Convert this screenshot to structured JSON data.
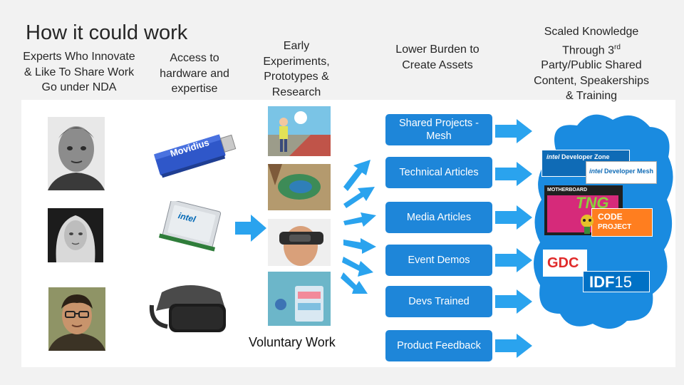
{
  "title": "How it could work",
  "columns": {
    "experts": "Experts Who Innovate & Like To Share Work Go under NDA",
    "access": "Access to hardware and expertise",
    "early": "Early Experiments, Prototypes & Research",
    "lower": "Lower Burden to Create Assets",
    "scaled_prefix": "Scaled Knowledge Through 3",
    "scaled_sup": "rd",
    "scaled_suffix": "Party/Public Shared Content, Speakerships & Training"
  },
  "outputs": [
    "Shared Projects - Mesh",
    "Technical Articles",
    "Media Articles",
    "Event Demos",
    "Devs Trained",
    "Product Feedback"
  ],
  "hardware": {
    "movidius": "Movidius",
    "intel": "intel"
  },
  "logos": {
    "developer_zone": "Developer Zone",
    "developer_mesh": "Developer Mesh",
    "motherboard": "MOTHERBOARD",
    "tng": "TNG",
    "code_project_1": "CODE",
    "code_project_2": "PROJECT",
    "gdc": "GDC",
    "idf_prefix": "IDF",
    "idf_num": "15"
  },
  "voluntary": "Voluntary Work",
  "colors": {
    "accent": "#1e86d9",
    "arrow": "#2aa3ee",
    "cloud": "#1a8be0"
  }
}
